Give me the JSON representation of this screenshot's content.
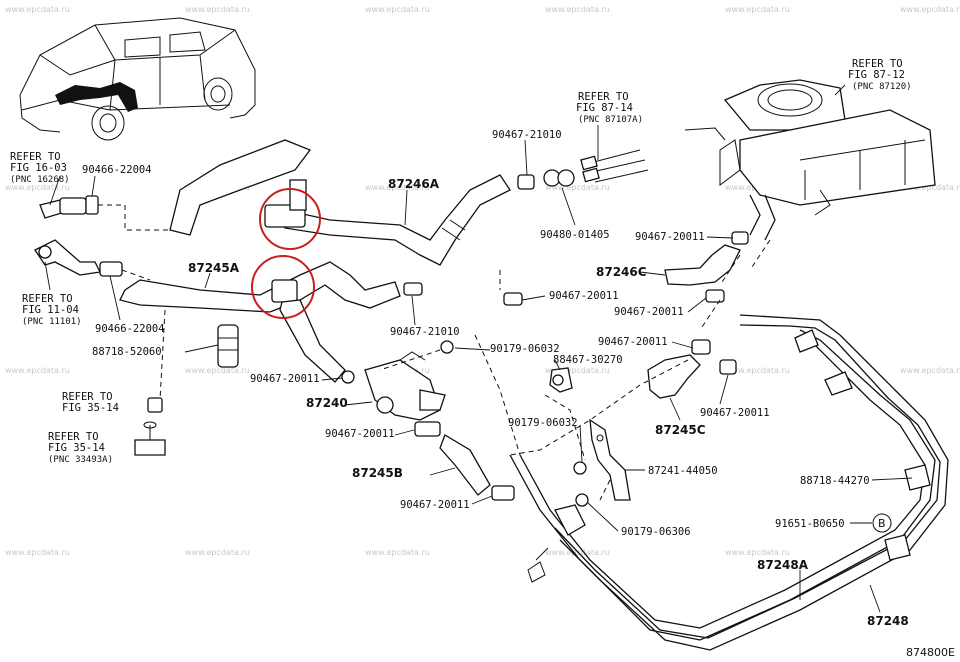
{
  "watermark": "www.epcdata.ru",
  "diagram_code": "874800E",
  "refer_labels": {
    "fig_16_03": [
      "REFER TO",
      "FIG 16-03",
      "(PNC 16268)"
    ],
    "fig_11_04": [
      "REFER TO",
      "FIG 11-04",
      "(PNC 11101)"
    ],
    "fig_35_14a": [
      "REFER TO",
      "FIG 35-14"
    ],
    "fig_35_14b": [
      "REFER TO",
      "FIG 35-14",
      "(PNC 33493A)"
    ],
    "fig_87_14": [
      "REFER TO",
      "FIG 87-14",
      "(PNC 87107A)"
    ],
    "fig_87_12": [
      "REFER TO",
      "FIG 87-12",
      "(PNC 87120)"
    ]
  },
  "parts": {
    "p90466_22004_top": "90466-22004",
    "p90466_22004_bot": "90466-22004",
    "p88718_52060": "88718-52060",
    "p87245A": "87245A",
    "p87246A": "87246A",
    "p90467_21010_top": "90467-21010",
    "p90480_01405": "90480-01405",
    "p90467_20011_a": "90467-20011",
    "p87246C": "87246C",
    "p90467_20011_b": "90467-20011",
    "p90467_20011_c": "90467-20011",
    "p90467_20011_d": "90467-20011",
    "p90467_20011_e": "90467-20011",
    "p87245C": "87245C",
    "p90467_21010_mid": "90467-21010",
    "p90179_06032_a": "90179-06032",
    "p88467_30270": "88467-30270",
    "p90467_20011_f": "90467-20011",
    "p87240": "87240",
    "p90467_20011_g": "90467-20011",
    "p90179_06032_b": "90179-06032",
    "p87245B": "87245B",
    "p87241_44050": "87241-44050",
    "p90467_20011_h": "90467-20011",
    "p88718_44270": "88718-44270",
    "p91651_B0650": "91651-B0650",
    "p90179_06306": "90179-06306",
    "p87248A": "87248A",
    "p87248": "87248",
    "callout_B": "B"
  }
}
